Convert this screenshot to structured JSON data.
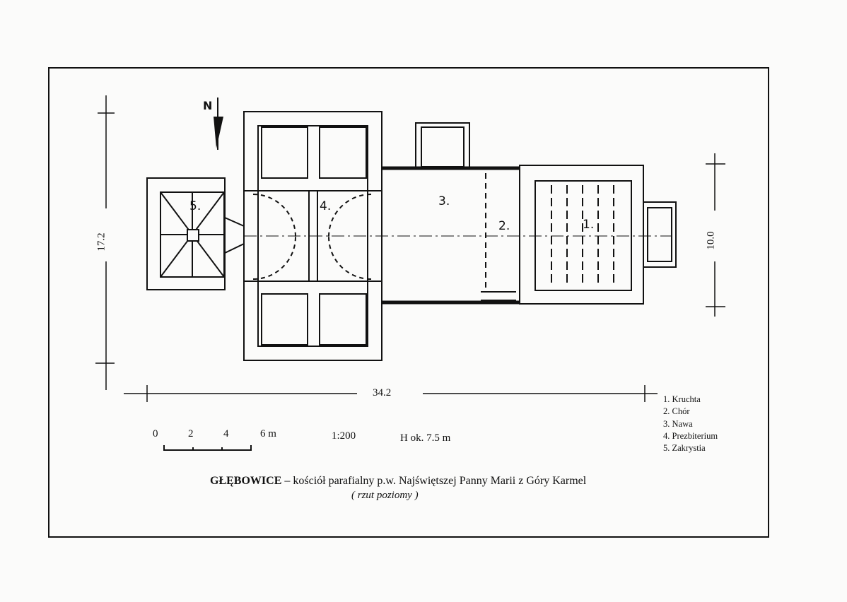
{
  "dimensions": {
    "length": "34.2",
    "width_left": "17.2",
    "width_right": "10.0"
  },
  "north_label": "N",
  "scale_bar": {
    "ticks": [
      "0",
      "2",
      "4",
      "6 m"
    ],
    "ratio": "1:200",
    "height": "H  ok. 7.5 m"
  },
  "rooms": {
    "r1": "1.",
    "r2": "2.",
    "r3": "3.",
    "r4": "4.",
    "r5": "5."
  },
  "legend": [
    "1. Kruchta",
    "2. Chór",
    "3. Nawa",
    "4. Prezbiterium",
    "5. Zakrystia"
  ],
  "title": {
    "place": "GŁĘBOWICE",
    "rest": " – kościół parafialny p.w. Najświętszej Panny Marii z Góry Karmel"
  },
  "subtitle": "( rzut poziomy )"
}
